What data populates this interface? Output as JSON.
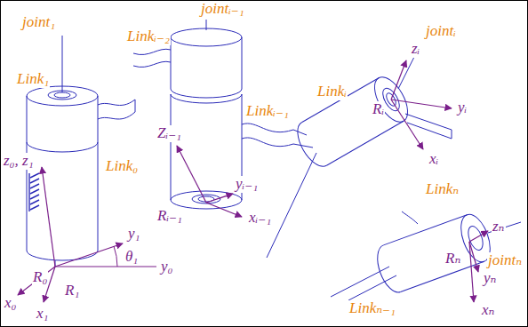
{
  "diagram": {
    "labels": [
      "joint₁",
      "Link₁",
      "z₀, z₁",
      "Link₀",
      "R₀",
      "y₁",
      "θ₁",
      "R₁",
      "y₀",
      "x₀",
      "x₁",
      "jointᵢ₋₁",
      "Linkᵢ₋₂",
      "Zᵢ₋₁",
      "Linkᵢ₋₁",
      "Rᵢ₋₁",
      "yᵢ₋₁",
      "xᵢ₋₁",
      "Linkᵢ",
      "jointᵢ",
      "zᵢ",
      "Rᵢ",
      "yᵢ",
      "xᵢ",
      "Linkₙ",
      "zₙ",
      "Rₙ",
      "jointₙ",
      "yₙ",
      "Linkₙ₋₁",
      "xₙ"
    ]
  }
}
